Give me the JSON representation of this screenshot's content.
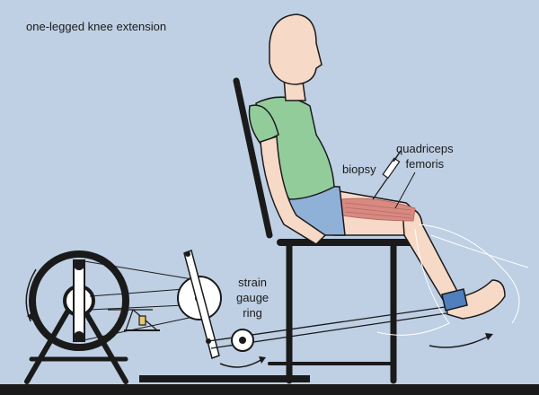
{
  "diagram": {
    "title": "one-legged knee extension",
    "labels": {
      "biopsy": "biopsy",
      "quadriceps_line1": "quadriceps",
      "quadriceps_line2": "femoris",
      "strain_line1": "strain",
      "strain_line2": "gauge",
      "strain_line3": "ring"
    }
  },
  "colors": {
    "background": "#bfd0e4",
    "frame": "#1a1a1a",
    "skin": "#f6d9c6",
    "shirt": "#93cc9b",
    "shorts": "#8fb1d8",
    "muscle": "#d88a82",
    "ankle_strap": "#4f7fbf"
  },
  "icons": [
    "syringe-icon",
    "flywheel",
    "chair",
    "strain-gauge-ring",
    "arrow-icon"
  ]
}
